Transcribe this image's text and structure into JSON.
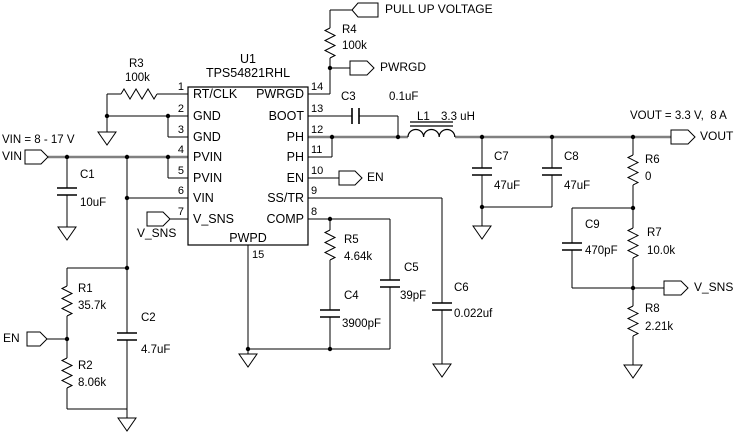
{
  "notes": {
    "vin": "VIN = 8 - 17 V",
    "vout": "VOUT = 3.3 V,  8 A"
  },
  "ic": {
    "ref": "U1",
    "part": "TPS54821RHL",
    "thermal_pad": "PWPD",
    "thermal_pad_pin": "15",
    "left_pins": [
      {
        "num": "1",
        "name": "RT/CLK"
      },
      {
        "num": "2",
        "name": "GND"
      },
      {
        "num": "3",
        "name": "GND"
      },
      {
        "num": "4",
        "name": "PVIN"
      },
      {
        "num": "5",
        "name": "PVIN"
      },
      {
        "num": "6",
        "name": "VIN"
      },
      {
        "num": "7",
        "name": "V_SNS"
      }
    ],
    "right_pins": [
      {
        "num": "14",
        "name": "PWRGD"
      },
      {
        "num": "13",
        "name": "BOOT"
      },
      {
        "num": "12",
        "name": "PH"
      },
      {
        "num": "11",
        "name": "PH"
      },
      {
        "num": "10",
        "name": "EN"
      },
      {
        "num": "9",
        "name": "SS/TR"
      },
      {
        "num": "8",
        "name": "COMP"
      }
    ]
  },
  "components": {
    "r1": {
      "ref": "R1",
      "value": "35.7k"
    },
    "r2": {
      "ref": "R2",
      "value": "8.06k"
    },
    "r3": {
      "ref": "R3",
      "value": "100k"
    },
    "r4": {
      "ref": "R4",
      "value": "100k"
    },
    "r5": {
      "ref": "R5",
      "value": "4.64k"
    },
    "r6": {
      "ref": "R6",
      "value": "0"
    },
    "r7": {
      "ref": "R7",
      "value": "10.0k"
    },
    "r8": {
      "ref": "R8",
      "value": "2.21k"
    },
    "c1": {
      "ref": "C1",
      "value": "10uF"
    },
    "c2": {
      "ref": "C2",
      "value": "4.7uF"
    },
    "c3": {
      "ref": "C3",
      "value": "0.1uF"
    },
    "c4": {
      "ref": "C4",
      "value": "3900pF"
    },
    "c5": {
      "ref": "C5",
      "value": "39pF"
    },
    "c6": {
      "ref": "C6",
      "value": "0.022uf"
    },
    "c7": {
      "ref": "C7",
      "value": "47uF"
    },
    "c8": {
      "ref": "C8",
      "value": "47uF"
    },
    "c9": {
      "ref": "C9",
      "value": "470pF"
    },
    "l1": {
      "ref": "L1",
      "value": "3.3 uH"
    }
  },
  "tags": {
    "vin": "VIN",
    "en_left": "EN",
    "v_sns_pin": "V_SNS",
    "pull_up": "PULL UP VOLTAGE",
    "pwrgd": "PWRGD",
    "en_pin": "EN",
    "vout": "VOUT",
    "v_sns_fb": "V_SNS"
  },
  "colors": {
    "power_wire": "#808080",
    "signal_wire": "#000000"
  }
}
